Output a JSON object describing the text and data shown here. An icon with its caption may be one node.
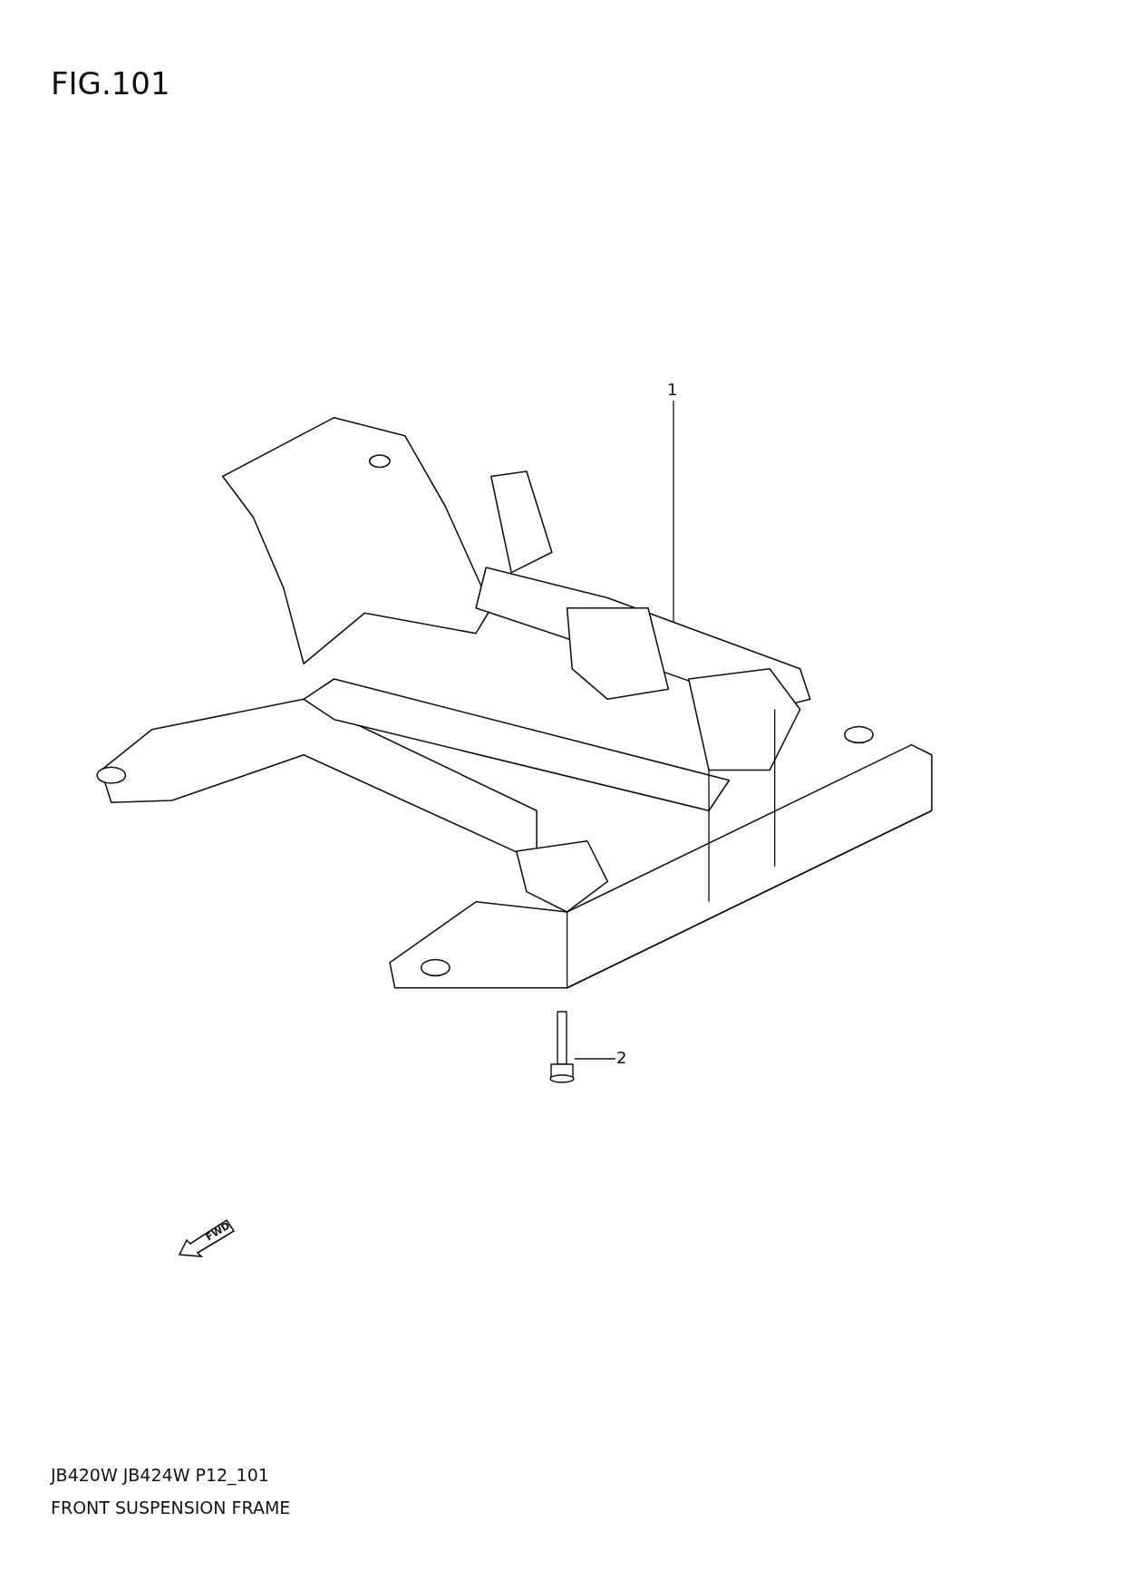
{
  "diagram": {
    "title": "FIG.101",
    "nodes": [
      {
        "text": [],
        "shape": "picture"
      },
      {
        "text": [
          "1"
        ]
      },
      {
        "text": [],
        "shape": "picture"
      },
      {
        "text": [
          "2"
        ]
      }
    ],
    "edges": [
      {
        "from": 1,
        "to": 0,
        "arrow": "none"
      },
      {
        "from": 3,
        "to": 2,
        "arrow": "none"
      }
    ],
    "labels": [
      "FWD",
      "JB420W JB424W P12_101",
      "FRONT SUSPENSION FRAME"
    ]
  }
}
